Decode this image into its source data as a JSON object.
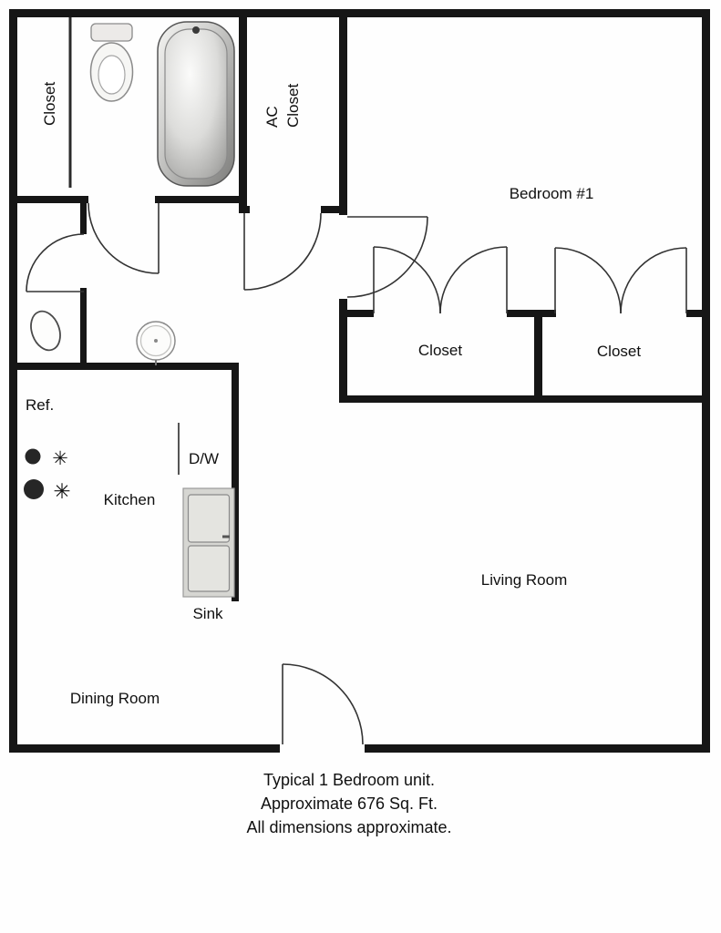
{
  "plan": {
    "rooms": {
      "bathroom_closet": "Closet",
      "ac_closet_line1": "AC",
      "ac_closet_line2": "Closet",
      "bedroom": "Bedroom #1",
      "bedroom_closet_left": "Closet",
      "bedroom_closet_right": "Closet",
      "kitchen": "Kitchen",
      "living_room": "Living Room",
      "dining_room": "Dining Room"
    },
    "fixtures": {
      "refrigerator": "Ref.",
      "dishwasher": "D/W",
      "sink": "Sink",
      "burner_icon_glyph": "✳"
    },
    "caption": {
      "line1": "Typical 1 Bedroom unit.",
      "line2": "Approximate 676 Sq. Ft.",
      "line3": "All dimensions approximate."
    },
    "colors": {
      "wall": "#161616",
      "line": "#333333",
      "background": "#fefefe"
    }
  }
}
